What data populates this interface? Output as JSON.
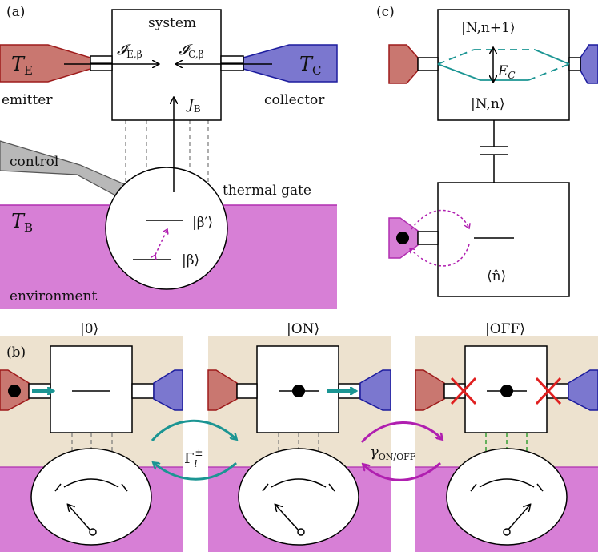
{
  "colors": {
    "emitter": "#c97770",
    "emitter_stroke": "#9e1b1b",
    "collector": "#7b77cf",
    "collector_stroke": "#1c1c9e",
    "environment": "#d77fd6",
    "environment_stroke": "#b02fb0",
    "beige": "#ede2cf",
    "teal": "#1b9593",
    "purple": "#b01fb0",
    "red": "#e02020",
    "green_dashed": "#2a9a2a",
    "dash_gray": "#777777",
    "control_fill": "#b8b8b8"
  },
  "panel_a": {
    "label": "(a)",
    "system_label": "system",
    "flux_e": "𝓘E,β",
    "flux_c": "𝓘C,β",
    "t_e": "TE",
    "t_c": "TC",
    "emitter_label": "emitter",
    "collector_label": "collector",
    "j_b": "JB",
    "control_label": "control",
    "thermal_gate_label": "thermal gate",
    "t_b": "TB",
    "environment_label": "environment",
    "state_beta_prime": "|β′⟩",
    "state_beta": "|β⟩"
  },
  "panel_c": {
    "label": "(c)",
    "state_top": "|N,n+1⟩",
    "state_bottom": "|N,n⟩",
    "ec": "EC",
    "n_hat": "⟨n̂⟩"
  },
  "panel_b": {
    "label": "(b)",
    "state_0": "|0⟩",
    "state_on": "|ON⟩",
    "state_off": "|OFF⟩",
    "gamma_l": "Γl±",
    "gamma_onoff": "γON/OFF"
  }
}
